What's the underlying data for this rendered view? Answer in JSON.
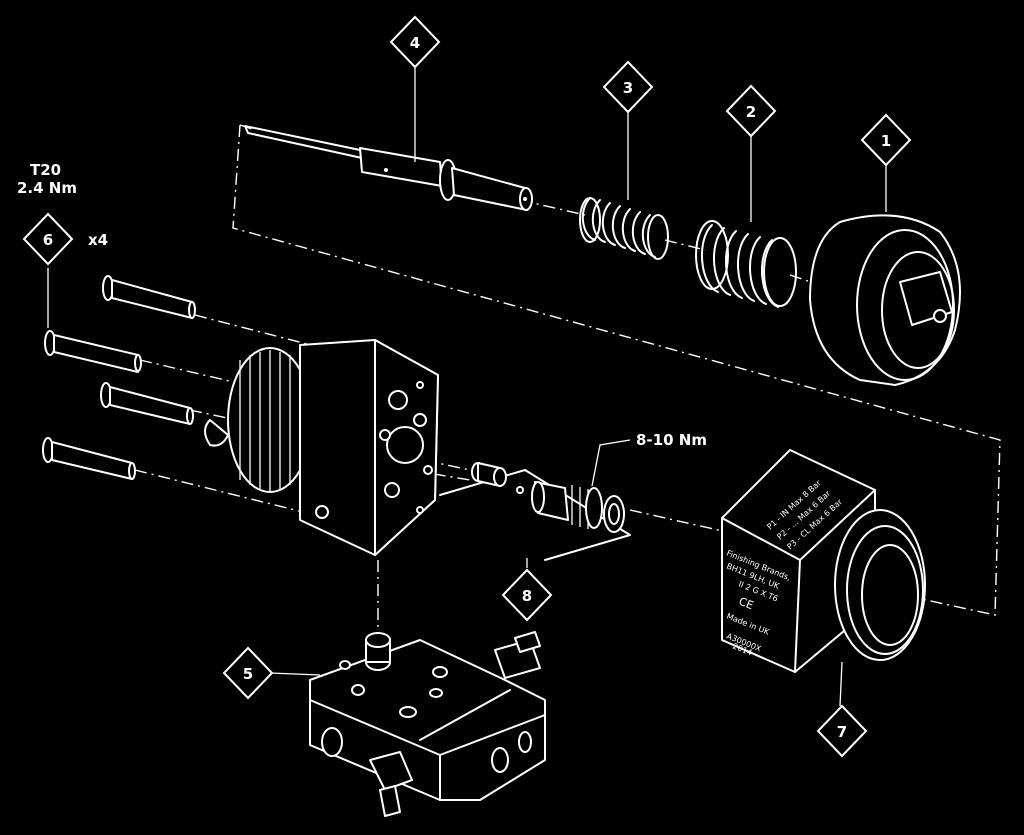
{
  "callouts": [
    "1",
    "2",
    "3",
    "4",
    "5",
    "6",
    "7",
    "8"
  ],
  "notes": {
    "torx": "T20",
    "torque_screw": "2.4 Nm",
    "quantity": "x4",
    "torque_valve": "8-10 Nm"
  },
  "body_label": {
    "top_lines": [
      "P1 - IN   Max 8 Bar",
      "P2 - ...   Max 6 Bar",
      "P3 - CL   Max 6 Bar"
    ],
    "company": "Finishing Brands,",
    "address": "BH11 9LH, UK",
    "ex_mark": "II 2 G X T6",
    "ce": "CE",
    "made": "Made in UK",
    "serial": "A30000X",
    "year": "2014"
  },
  "colors": {
    "background": "#000000",
    "line": "#ffffff"
  }
}
